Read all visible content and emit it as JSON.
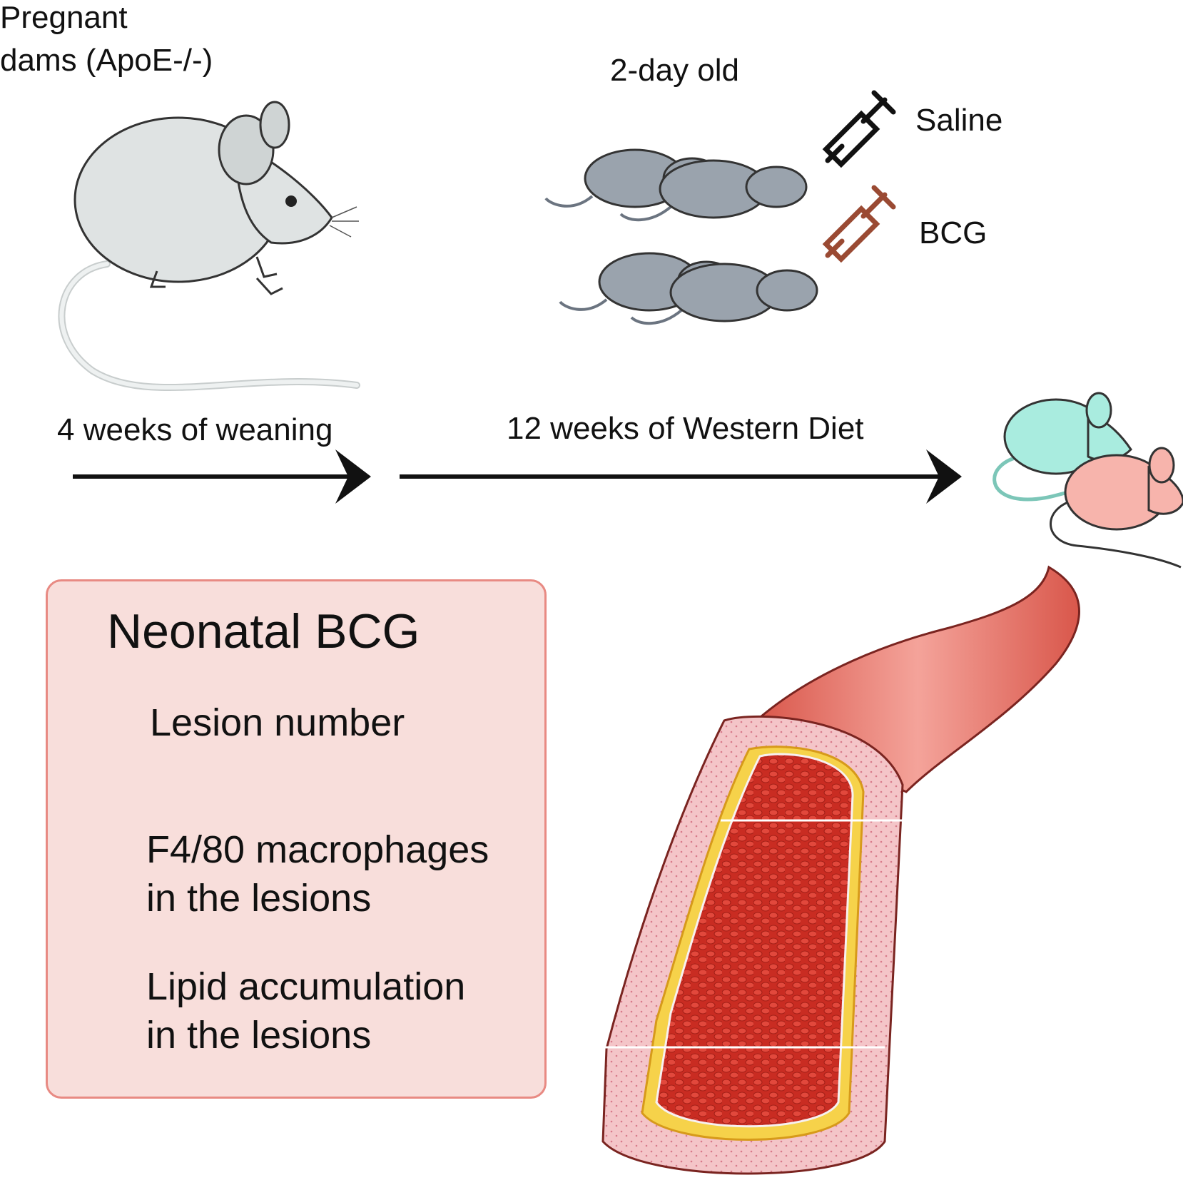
{
  "labels": {
    "dams_line1": "Pregnant",
    "dams_line2": "dams (ApoE-/-)",
    "pups": "2-day old",
    "saline": "Saline",
    "bcg": "BCG",
    "weaning": "4 weeks of weaning",
    "diet": "12 weeks of Western Diet"
  },
  "summary": {
    "title": "Neonatal BCG",
    "items": [
      {
        "direction": "down",
        "line1": "Lesion number",
        "line2": ""
      },
      {
        "direction": "down",
        "line1": "F4/80 macrophages",
        "line2": "in the lesions"
      },
      {
        "direction": "up",
        "line1": "Lipid accumulation",
        "line2": "in the lesions"
      }
    ]
  },
  "colors": {
    "saline_syringe": "#111111",
    "bcg_syringe": "#9a4a33",
    "box_fill": "#f8dedb",
    "box_border": "#e88a83",
    "mouse_adult": "#dfe3e3",
    "mouse_pup": "#9aa3ad",
    "mouse_saline": "#a9ecdf",
    "mouse_bcg": "#f7b4ac",
    "vessel_wall": "#e8776b",
    "blood": "#d4362b",
    "plaque": "#f6d24a"
  }
}
